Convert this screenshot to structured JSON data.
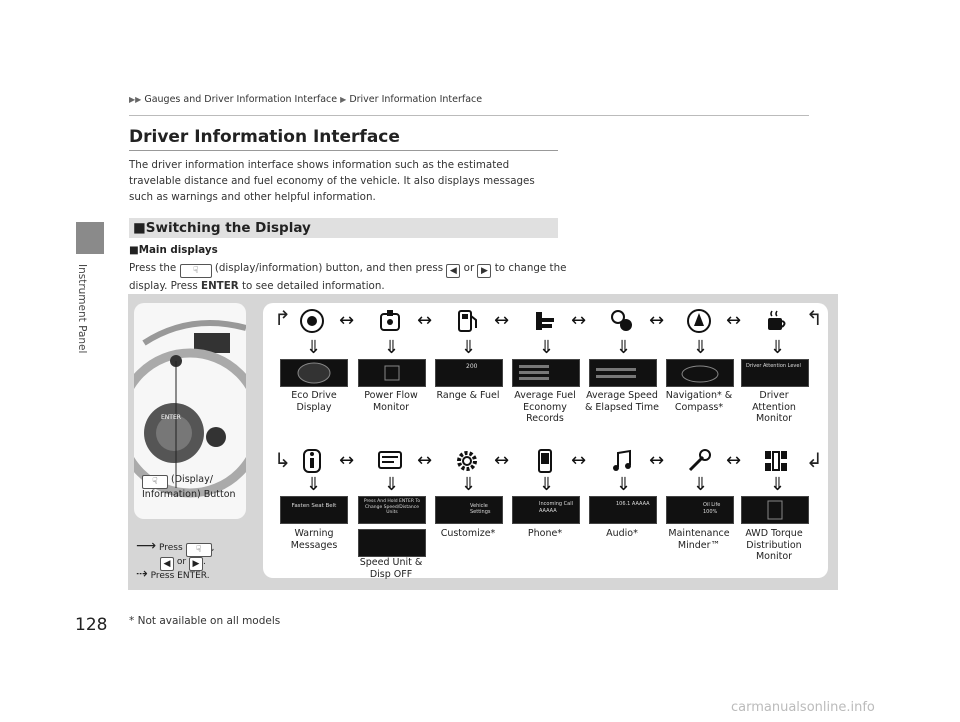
{
  "breadcrumb": [
    "Gauges and Driver Information Interface",
    "Driver Information Interface"
  ],
  "sidebar_label": "Instrument Panel",
  "title": "Driver Information Interface",
  "intro": "The driver information interface shows information such as the estimated travelable distance and fuel economy of the vehicle. It also displays messages such as warnings and other helpful information.",
  "section_title": "Switching the Display",
  "subsection_title": "Main displays",
  "desc": {
    "p1": "Press the",
    "p2": "(display/information) button, and then press",
    "or": "or",
    "p3": "to change the display. Press",
    "enter": "ENTER",
    "p4": "to see detailed information."
  },
  "dash": {
    "enter_label": "ENTER",
    "button_label": "(Display/ Information) Button"
  },
  "legend": {
    "press": "Press",
    "or": "or",
    "press_enter": "Press ENTER."
  },
  "row1": [
    {
      "label": "Eco Drive Display"
    },
    {
      "label": "Power Flow Monitor"
    },
    {
      "label": "Range & Fuel"
    },
    {
      "label": "Average Fuel Economy Records"
    },
    {
      "label": "Average Speed & Elapsed Time"
    },
    {
      "label": "Navigation* & Compass*"
    },
    {
      "label": "Driver Attention Monitor"
    }
  ],
  "row2": [
    {
      "label": "Warning Messages"
    },
    {
      "label": "Speed Unit & Disp OFF"
    },
    {
      "label": "Customize*"
    },
    {
      "label": "Phone*"
    },
    {
      "label": "Audio*"
    },
    {
      "label": "Maintenance Minder™"
    },
    {
      "label": "AWD Torque Distribution Monitor"
    }
  ],
  "screens": {
    "range": "200",
    "phone": "Incoming Call AAAAA",
    "audio": "106.1 AAAAA",
    "oil": "Oil Life 100%",
    "customize": "Vehicle Settings",
    "driver_attention": "Driver Attention Level",
    "warning": "Fasten Seat Belt",
    "speed_unit": "Press And Hold ENTER To Change Speed/Distance Units"
  },
  "footnote": "* Not available on all models",
  "page_number": "128",
  "watermark": "carmanualsonline.info"
}
